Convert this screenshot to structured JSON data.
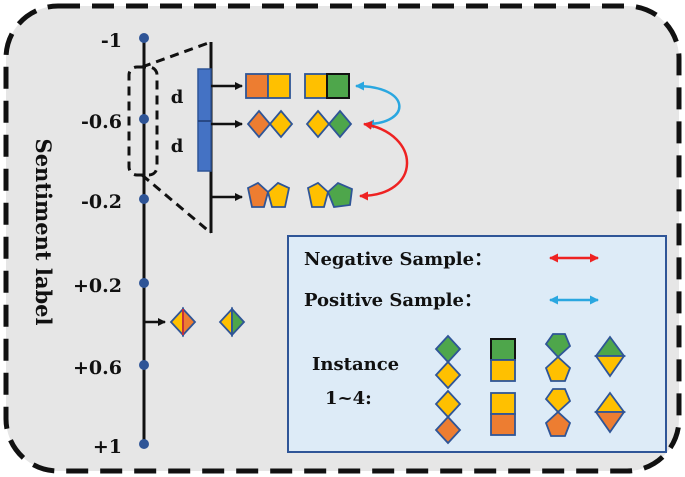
{
  "axis": {
    "title": "Sentiment label",
    "ticks": [
      "-1",
      "-0.6",
      "-0.2",
      "+0.2",
      "+0.6",
      "+1"
    ]
  },
  "window": {
    "d_labels": [
      "d",
      "d"
    ]
  },
  "legend": {
    "negative_label": "Negative Sample：",
    "positive_label": "Positive Sample：",
    "instance_label_line1": "Instance",
    "instance_label_line2": "1~4:"
  },
  "colors": {
    "orange": "#ED7D31",
    "yellow": "#FFC000",
    "green": "#4EA64B",
    "blue_outline": "#2F5597",
    "axis_dot": "#2F5597",
    "window_bar": "#4472C4",
    "negative_arrow": "#EE2222",
    "positive_arrow": "#2AA7E0",
    "background": "#E6E6E6",
    "legend_bg": "#DDEBF7"
  }
}
